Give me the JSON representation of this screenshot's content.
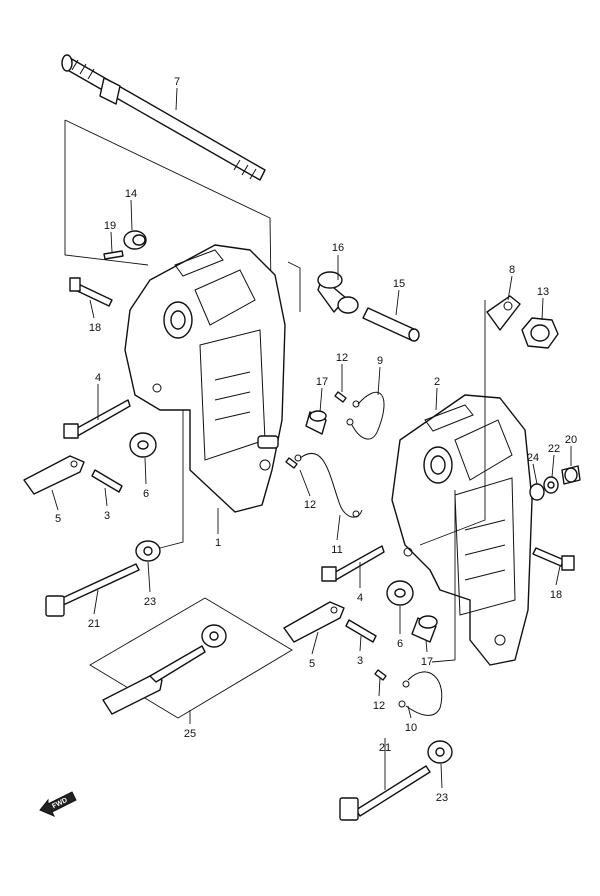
{
  "callouts": {
    "c7": "7",
    "c14": "14",
    "c19": "19",
    "c18a": "18",
    "c16": "16",
    "c15": "15",
    "c8": "8",
    "c13": "13",
    "c12a": "12",
    "c9": "9",
    "c17a": "17",
    "c4a": "4",
    "c6a": "6",
    "c5a": "5",
    "c3a": "3",
    "c1": "1",
    "c12b": "12",
    "c11": "11",
    "c2": "2",
    "c24": "24",
    "c22": "22",
    "c20": "20",
    "c18b": "18",
    "c23a": "23",
    "c21a": "21",
    "c4b": "4",
    "c6b": "6",
    "c5b": "5",
    "c3b": "3",
    "c17b": "17",
    "c12c": "12",
    "c10": "10",
    "c25": "25",
    "c21b": "21",
    "c23b": "23"
  },
  "fwd_label": "FWD"
}
